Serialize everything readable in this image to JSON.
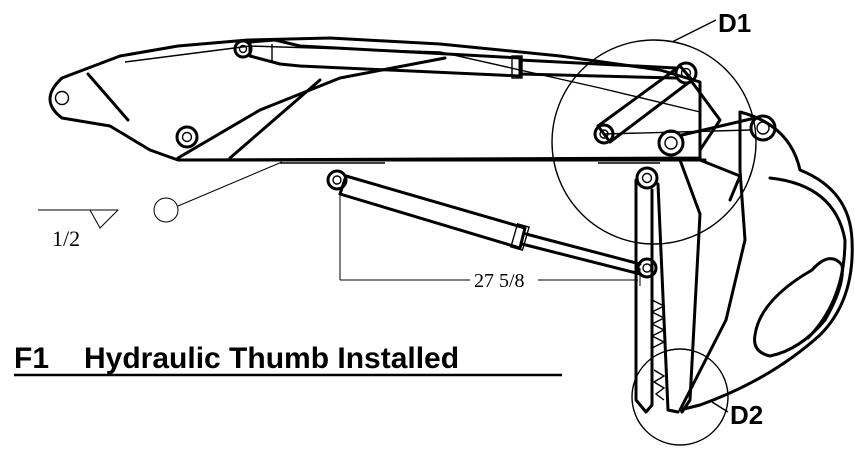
{
  "labels": {
    "detail_1": "D1",
    "detail_2": "D2",
    "dimension_weld": "1/2",
    "dimension_length": "27 5/8"
  },
  "caption": {
    "figure_number": "F1",
    "title": "Hydraulic Thumb Installed"
  }
}
